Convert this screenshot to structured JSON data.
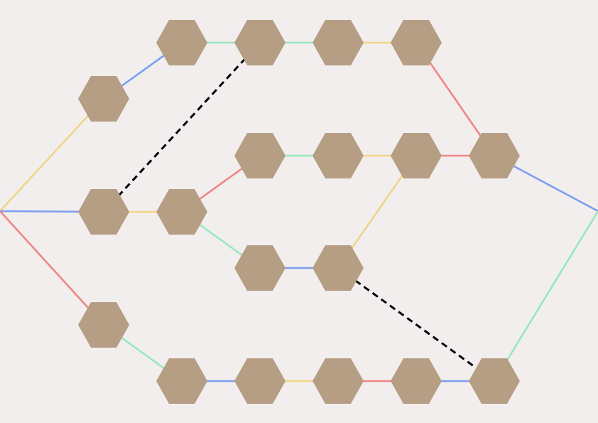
{
  "colors": {
    "background": "#f3eeee",
    "node_fill": "#b59e83",
    "blue": "#7a9fee",
    "green": "#98e7be",
    "yellow": "#f0d487",
    "red": "#ef8585",
    "dashed": "#000000"
  },
  "nodes": [
    {
      "id": "start"
    },
    {
      "id": "n1"
    },
    {
      "id": "n2"
    },
    {
      "id": "n3"
    },
    {
      "id": "n4"
    },
    {
      "id": "n5"
    },
    {
      "id": "n6"
    },
    {
      "id": "n7"
    },
    {
      "id": "n8"
    },
    {
      "id": "n9"
    },
    {
      "id": "n10"
    },
    {
      "id": "n11"
    },
    {
      "id": "n12"
    },
    {
      "id": "n13"
    },
    {
      "id": "n14"
    },
    {
      "id": "n15"
    },
    {
      "id": "n16"
    },
    {
      "id": "n17"
    },
    {
      "id": "n18"
    },
    {
      "id": "n19"
    },
    {
      "id": "n20"
    },
    {
      "id": "end"
    }
  ],
  "edges": [
    {
      "from": "start",
      "to": "n1",
      "color": "yellow"
    },
    {
      "from": "start",
      "to": "n2",
      "color": "blue"
    },
    {
      "from": "start",
      "to": "n3",
      "color": "red"
    },
    {
      "from": "n1",
      "to": "n4",
      "color": "blue"
    },
    {
      "from": "n4",
      "to": "n5",
      "color": "green"
    },
    {
      "from": "n5",
      "to": "n6",
      "color": "green"
    },
    {
      "from": "n6",
      "to": "n7",
      "color": "yellow"
    },
    {
      "from": "n7",
      "to": "n8",
      "color": "red"
    },
    {
      "from": "n2",
      "to": "n9",
      "color": "yellow"
    },
    {
      "from": "n9",
      "to": "n10",
      "color": "red"
    },
    {
      "from": "n9",
      "to": "n11",
      "color": "green"
    },
    {
      "from": "n10",
      "to": "n12",
      "color": "green"
    },
    {
      "from": "n12",
      "to": "n13",
      "color": "yellow"
    },
    {
      "from": "n13",
      "to": "n8",
      "color": "red"
    },
    {
      "from": "n11",
      "to": "n14",
      "color": "blue"
    },
    {
      "from": "n14",
      "to": "n13",
      "color": "yellow"
    },
    {
      "from": "n3",
      "to": "n15",
      "color": "green"
    },
    {
      "from": "n15",
      "to": "n16",
      "color": "blue"
    },
    {
      "from": "n16",
      "to": "n17",
      "color": "yellow"
    },
    {
      "from": "n17",
      "to": "n18",
      "color": "red"
    },
    {
      "from": "n18",
      "to": "n19",
      "color": "blue"
    },
    {
      "from": "n8",
      "to": "end",
      "color": "blue"
    },
    {
      "from": "n19",
      "to": "end",
      "color": "green"
    },
    {
      "from": "n2",
      "to": "n5",
      "color": "dashed",
      "dashed": true
    },
    {
      "from": "n14",
      "to": "n19",
      "color": "dashed",
      "dashed": true
    }
  ]
}
